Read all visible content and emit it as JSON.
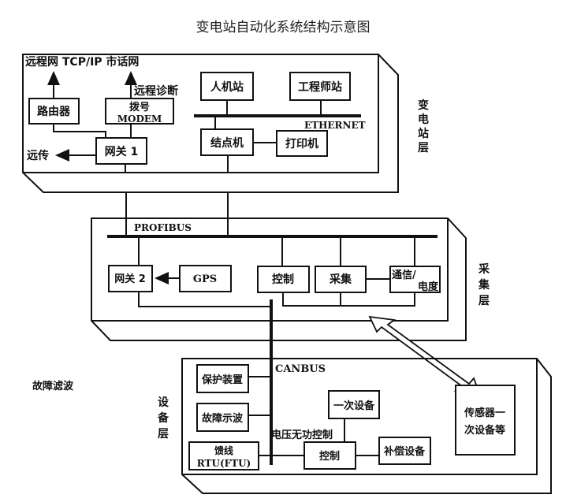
{
  "title": "变电站自动化系统结构示意图",
  "layers": {
    "station": {
      "label": "变电站层",
      "label_chars": [
        "变",
        "电",
        "站",
        "层"
      ],
      "top_annotation": "远程网 TCP/IP 市话网",
      "remote_diag": "远程诊断",
      "remote_transfer": "远传",
      "bus": "ETHERNET",
      "nodes": {
        "router": "路由器",
        "modem_line1": "拨号",
        "modem_line2": "MODEM",
        "gateway1": "网关 1",
        "hmi": "人机站",
        "engineer": "工程师站",
        "node_pc": "结点机",
        "printer": "打印机"
      }
    },
    "acquisition": {
      "label": "采集层",
      "label_chars": [
        "采",
        "集",
        "层"
      ],
      "bus": "PROFIBUS",
      "nodes": {
        "gateway2": "网关 2",
        "gps": "GPS",
        "control": "控制",
        "collect": "采集",
        "comm_line1": "通信/",
        "comm_line2": "电度"
      }
    },
    "device": {
      "label": "设备层",
      "label_chars": [
        "设",
        "备",
        "层"
      ],
      "bus": "CANBUS",
      "side_note": "故障滤波",
      "vq_label": "电压无功控制",
      "nodes": {
        "protection": "保护装置",
        "fault_record": "故障示波",
        "feeder_line1": "馈线",
        "feeder_line2": "RTU(FTU)",
        "primary": "一次设备",
        "control": "控制",
        "compensation": "补偿设备",
        "sensor_line1": "传感器一",
        "sensor_line2": "次设备等"
      }
    }
  }
}
